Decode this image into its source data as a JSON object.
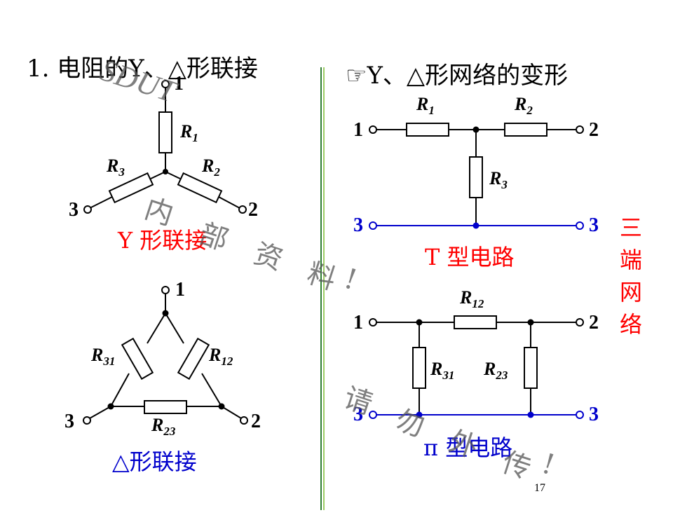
{
  "slide": {
    "left_title": "1. 电阻的Y、△形联接",
    "right_title": "☞Y、△形网络的变形",
    "side_label": [
      "三",
      "端",
      "网",
      "络"
    ],
    "page_number": "17"
  },
  "y_circuit": {
    "caption": "Y 形联接",
    "terminals": [
      "1",
      "2",
      "3"
    ],
    "resistors": [
      {
        "name": "R",
        "sub": "1"
      },
      {
        "name": "R",
        "sub": "2"
      },
      {
        "name": "R",
        "sub": "3"
      }
    ]
  },
  "delta_circuit": {
    "caption": "△形联接",
    "terminals": [
      "1",
      "2",
      "3"
    ],
    "resistors": [
      {
        "name": "R",
        "sub": "31"
      },
      {
        "name": "R",
        "sub": "12"
      },
      {
        "name": "R",
        "sub": "23"
      }
    ]
  },
  "t_circuit": {
    "caption": "T 型电路",
    "terminals": [
      "1",
      "2",
      "3",
      "3"
    ],
    "resistors": [
      {
        "name": "R",
        "sub": "1"
      },
      {
        "name": "R",
        "sub": "2"
      },
      {
        "name": "R",
        "sub": "3"
      }
    ]
  },
  "pi_circuit": {
    "caption": "π 型电路",
    "terminals": [
      "1",
      "2",
      "3",
      "3"
    ],
    "resistors": [
      {
        "name": "R",
        "sub": "12"
      },
      {
        "name": "R",
        "sub": "31"
      },
      {
        "name": "R",
        "sub": "23"
      }
    ]
  },
  "watermark": {
    "logo": "SDUT",
    "chars": [
      "内",
      "部",
      "资",
      "料",
      "!",
      "请",
      "勿",
      "外",
      "传",
      "!"
    ]
  },
  "colors": {
    "wire": "#000000",
    "ground_wire": "#0000cc",
    "caption_red": "#ff0000",
    "caption_blue": "#0000cc",
    "divider": "#2e7d32"
  }
}
